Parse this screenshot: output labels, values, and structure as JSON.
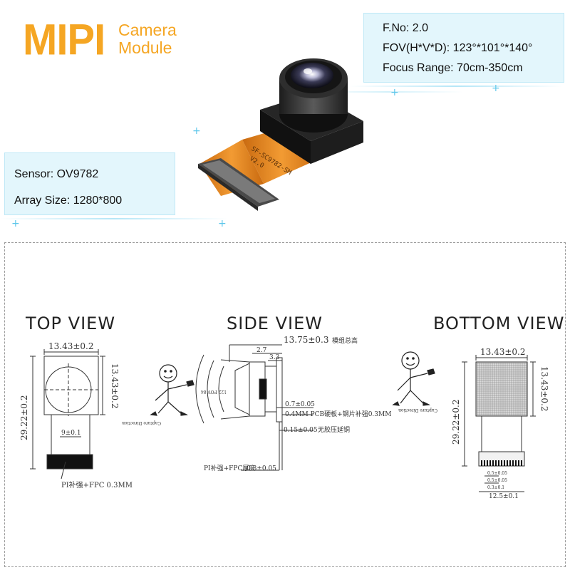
{
  "header": {
    "brand": "MIPI",
    "subtitle_line1": "Camera",
    "subtitle_line2": "Module"
  },
  "specs_top": {
    "fno": "F.No: 2.0",
    "fov": "FOV(H*V*D): 123°*101°*140°",
    "focus": "Focus Range: 70cm-350cm"
  },
  "specs_left": {
    "sensor": "Sensor: OV9782",
    "array": "Array Size: 1280*800"
  },
  "product": {
    "fpc_text_1": "SF-SC9782-SM",
    "fpc_text_2": "V2.0"
  },
  "drawing": {
    "top_view": {
      "title": "TOP VIEW",
      "width": "13.43±0.2",
      "height": "13.43±0.2",
      "length": "29.22±0.2",
      "fpc_width": "9±0.1",
      "note": "PI补强+FPC 0.3MM"
    },
    "side_view": {
      "title": "SIDE VIEW",
      "total_height": "13.75±0.3",
      "total_height_note": "模组总高",
      "dim_a": "2.7",
      "dim_b": "3.3",
      "dim_c": "0.7±0.05",
      "pcb_note": "0.4MM PCB硬板+钢片补强0.3MM",
      "dim_d": "0.15±0.05",
      "dim_d_note": "无胶压延铜",
      "pi_note": "PI补强+FPC厚度",
      "dim_e": "0.3±0.05",
      "capture": "Capture Direction",
      "fov_text": "122 FOV 84"
    },
    "bottom_view": {
      "title": "BOTTOM VIEW",
      "width": "13.43±0.2",
      "height": "13.43±0.2",
      "length": "29.22±0.2",
      "pitch1": "0.5±0.05",
      "pitch2": "0.5±0.05",
      "pitch3": "0.3±0.1",
      "fpc_width": "12.5±0.1",
      "capture": "Capture Direction"
    }
  },
  "colors": {
    "brand": "#f5a623",
    "panel": "#def4fc",
    "fpc": "#e8891c"
  }
}
